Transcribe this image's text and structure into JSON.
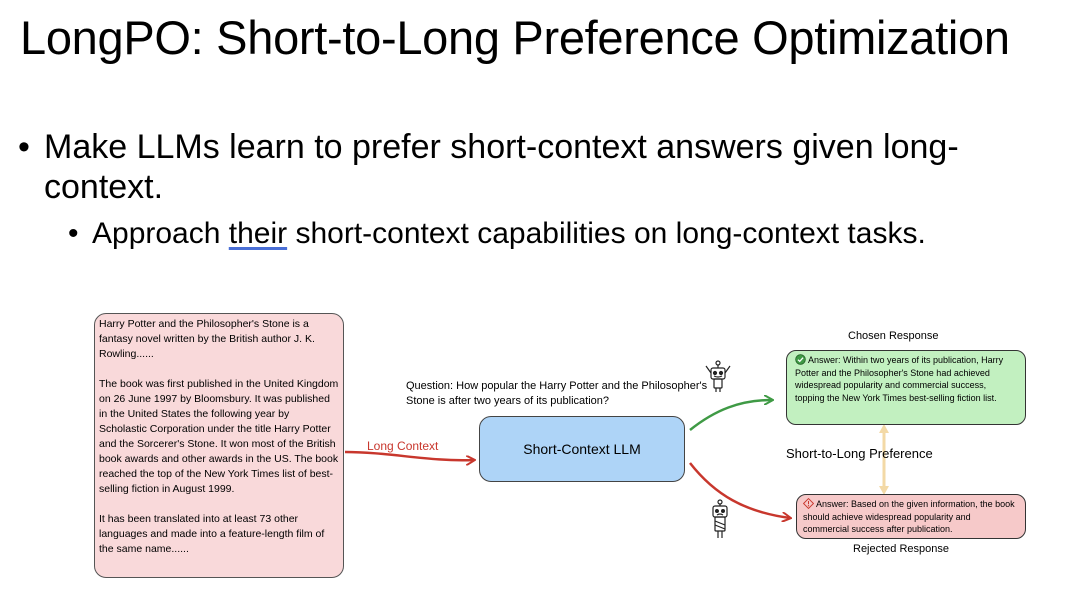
{
  "slide": {
    "title": "LongPO: Short-to-Long Preference Optimization",
    "bullet_1": "Make LLMs learn to prefer short-context answers given long-context.",
    "bullet_2_underlined": "their",
    "bullet_2_before": "Approach ",
    "bullet_2_after": " short-context capabilities on long-context tasks.",
    "bullet_symbol": "•"
  },
  "diagram": {
    "context_paragraphs": [
      "Harry Potter and the Philosopher's Stone is a fantasy novel written by the British author J. K. Rowling......",
      "The book was first published in the United Kingdom on 26 June 1997 by Bloomsbury. It was published in the United States the following year by Scholastic Corporation under the title Harry Potter and the Sorcerer's Stone. It won most of the British book awards and other awards in the US. The book reached the top of the New York Times list of best-selling fiction in August 1999.",
      "It has been translated into at least 73 other languages and made into a feature-length film of the same name......"
    ],
    "long_context_label": "Long Context",
    "question": "Question: How popular the Harry Potter and the Philosopher's Stone is after two years of its publication?",
    "llm_label": "Short-Context LLM",
    "chosen_title": "Chosen Response",
    "chosen_answer": "Answer: Within two years of its publication, Harry Potter and the Philosopher's Stone had achieved widespread popularity and commercial success, topping the New York Times best-selling fiction list.",
    "rejected_title": "Rejected Response",
    "rejected_answer": "Answer: Based on the given information, the book should achieve widespread popularity and commercial success after publication.",
    "preference_label": "Short-to-Long Preference",
    "colors": {
      "context_bg": "#f9d9da",
      "llm_bg": "#aed4f7",
      "chosen_bg": "#c2f0c0",
      "rejected_bg": "#f6c9c9",
      "red_arrow": "#c8372d",
      "green_arrow": "#3f9a45",
      "preference_arrow": "#f3d9a6"
    },
    "icons": [
      "robot-happy-icon",
      "robot-sad-icon",
      "check-circle-icon",
      "warning-diamond-icon"
    ]
  }
}
